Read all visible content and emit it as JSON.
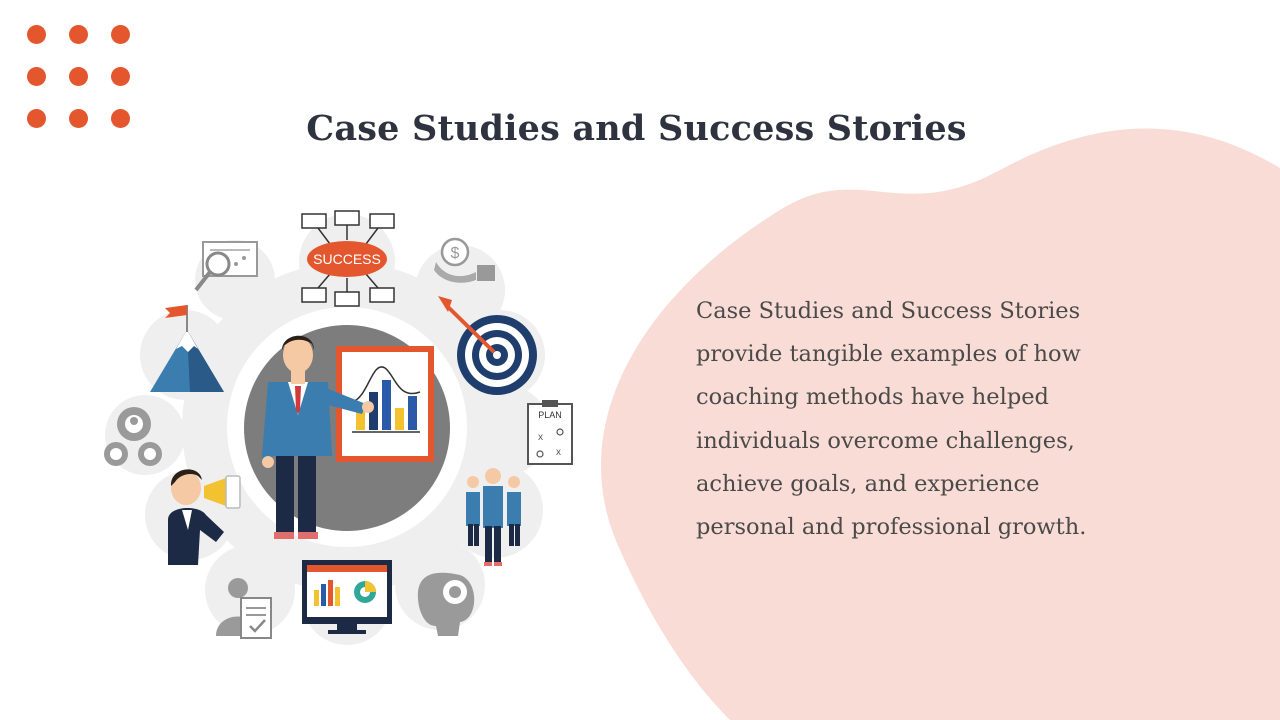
{
  "slide": {
    "title": "Case Studies and Success Stories",
    "body_lines": [
      "Case Studies and Success Stories",
      "provide tangible examples of how",
      "coaching methods have helped",
      "individuals overcome challenges,",
      "achieve goals, and experience",
      "personal and professional growth."
    ]
  },
  "illustration": {
    "success_badge": "SUCCESS",
    "plan_board": "PLAN",
    "icons": [
      "mountain-flag-icon",
      "search-chart-icon",
      "success-flowchart-icon",
      "dollar-hand-icon",
      "target-arrow-icon",
      "plan-clipboard-icon",
      "team-icon",
      "gear-head-icon",
      "monitor-chart-icon",
      "reviewer-document-icon",
      "megaphone-person-icon",
      "gears-people-icon",
      "presenter-icon"
    ]
  },
  "colors": {
    "accent_orange": "#e4572e",
    "blob_pink": "#f8dcd5",
    "title_text": "#2f3340",
    "body_text": "#4a4a4a",
    "navy": "#1f3e6e",
    "suit_blue": "#3c7db0"
  }
}
